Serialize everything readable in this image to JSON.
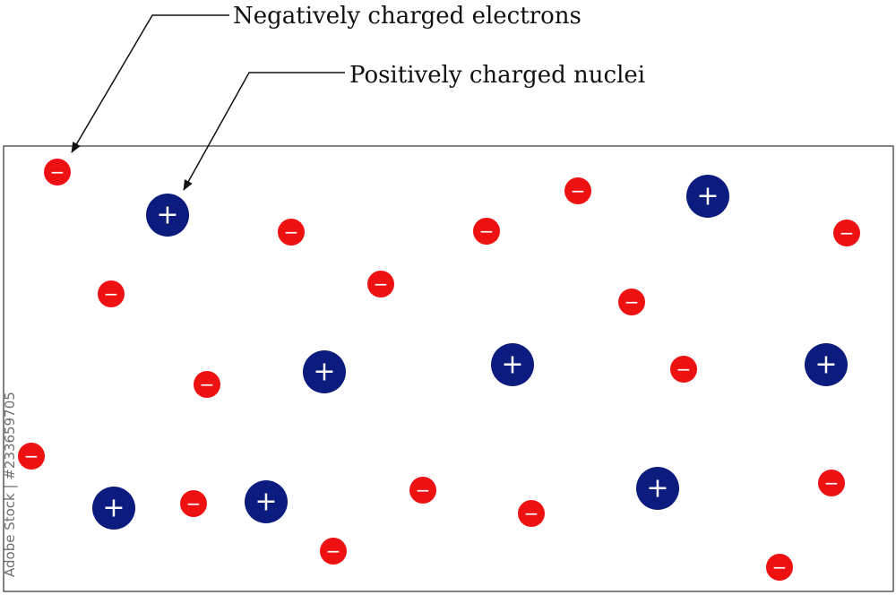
{
  "labels": {
    "electrons": "Negatively charged electrons",
    "nuclei": "Positively charged nuclei"
  },
  "watermark": "Adobe Stock | #233659705",
  "symbols": {
    "negative": "−",
    "positive": "+"
  },
  "colors": {
    "electron": "#ee1111",
    "nucleus": "#0c1b7e",
    "border": "#333333",
    "arrow": "#111111"
  }
}
